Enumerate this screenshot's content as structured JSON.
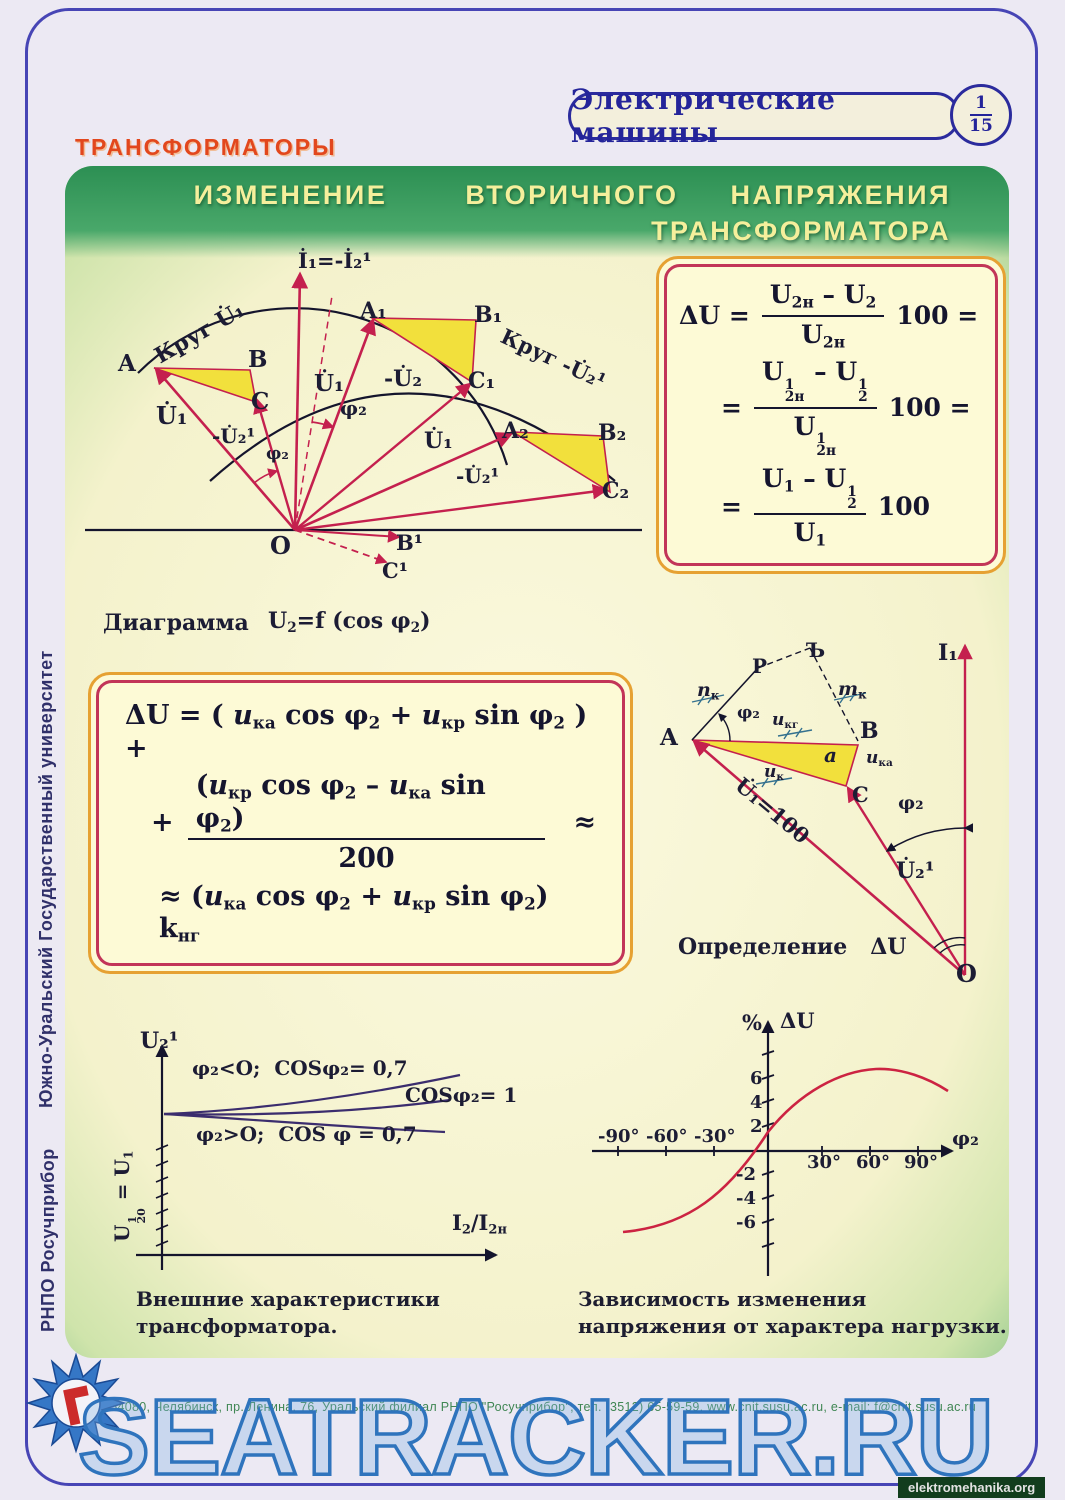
{
  "header": {
    "series": "Электрические машины",
    "page_num": "1",
    "page_total": "15",
    "section": "ТРАНСФОРМАТОРЫ"
  },
  "title": {
    "line1": "ИЗМЕНЕНИЕ   ВТОРИЧНОГО  НАПРЯЖЕНИЯ",
    "line2": "ТРАНСФОРМАТОРА"
  },
  "sidebar": {
    "university": "Южно-Уральский Государственный университет",
    "org": "РНПО Росучприбор"
  },
  "circle_diagram": {
    "i_axis": "İ₁=-İ₂¹",
    "arc1": "Круг U̇₁",
    "arc2": "Круг -U̇₂¹",
    "A": "A",
    "B": "B",
    "C": "C",
    "A1": "A₁",
    "B1": "B₁",
    "C1": "C₁",
    "A2": "A₂",
    "B2": "B₂",
    "C2": "C₂",
    "B1p": "B¹",
    "C1p": "C¹",
    "O": "O",
    "u1_left": "U̇₁",
    "u2_left": "-U̇₂¹",
    "u1_mid": "U̇₁",
    "u2_mid": "-U̇₂",
    "u1_right": "U̇₁",
    "u2_right": "-U̇₂¹",
    "phi_mid": "φ₂",
    "phi_left": "φ₂",
    "caption_label": "Диаграмма",
    "caption_formula": "U<sub>2</sub>=f (cos φ<sub>2</sub>)"
  },
  "formula_box1": {
    "r1_lhs": "ΔU =",
    "r1_num": "U<sub>2н</sub> – U<sub>2</sub>",
    "r1_den": "U<sub>2н</sub>",
    "r1_rhs": "100 =",
    "r2_lhs": "=",
    "r2_num": "U<span class=\"ss\"><sup>1</sup><sub>2н</sub></span> – U<span class=\"ss\"><sup>1</sup><sub>2</sub></span>",
    "r2_den": "U<span class=\"ss\"><sup>1</sup><sub>2н</sub></span>",
    "r2_rhs": "100 =",
    "r3_lhs": "=",
    "r3_num": "U<sub>1</sub> – U<span class=\"ss\"><sup>1</sup><sub>2</sub></span>",
    "r3_den": "U<sub>1</sub>",
    "r3_rhs": "100"
  },
  "formula_box2": {
    "line1": "ΔU = ( <i>u</i><sub>ка</sub> cos φ<sub>2</sub> + <i>u</i><sub>кр</sub> sin φ<sub>2</sub> ) +",
    "line2_pre": "+",
    "line2_num": "(<i>u</i><sub>кр</sub> cos φ<sub>2</sub> – <i>u</i><sub>ка</sub> sin φ<sub>2</sub>)",
    "line2_den": "200",
    "line2_post": "≈",
    "line3": "≈ (<i>u</i><sub>ка</sub> cos φ<sub>2</sub> + <i>u</i><sub>кр</sub> sin φ<sub>2</sub>) k<sub>нг</sub>"
  },
  "def_diagram": {
    "i1": "I₁",
    "b": "Ъ",
    "P": "P",
    "A": "A",
    "B": "B",
    "C": "C",
    "O": "O",
    "nk": "<i>n</i><sub>к</sub>",
    "mk": "<i>m</i><sub>к</sub>",
    "phi_top": "φ₂",
    "ukg": "<i>u</i><sub>кг</sub>",
    "uka": "<i>u</i><sub>ка</sub>",
    "uk": "<i>u</i><sub>к</sub>",
    "a": "a",
    "u1_100": "U̇₁=100",
    "u2_1": "U̇₂¹",
    "phi_bot": "φ₂",
    "caption": "Определение   ΔU"
  },
  "ext_char": {
    "y_axis": "U₂¹",
    "y_left": "U<span class=\"ss\"><sup>1</sup><sub>20</sub></span> = U<sub>1</sub>",
    "curve1": "φ₂<O;  COSφ₂= 0,7",
    "curve2": "COSφ₂= 1",
    "curve3": "φ₂>O;  COS φ = 0,7",
    "x_axis": "I<sub>2</sub>/I<sub>2н</sub>",
    "caption": "Внешние характеристики трансформатора."
  },
  "load_graph": {
    "pct": "%",
    "du": "ΔU",
    "yt": [
      "6",
      "4",
      "2",
      "-2",
      "-4",
      "-6"
    ],
    "xn": [
      "-90°",
      "-60°",
      "-30°"
    ],
    "xp": [
      "30°",
      "60°",
      "90°"
    ],
    "phi": "φ₂",
    "caption": "Зависимость изменения напряжения от характера нагрузки."
  },
  "footer": {
    "address": "454080, Челябинск, пр. Ленина, 76, Уральский филиал РНПО \"Росучприбор\", тел. (3512) 65-59-59, www.cnit.susu.ac.ru,  e-mail: f@cnit.susu.ac.ru",
    "watermark": "SEATRACKER.RU",
    "site": "elektromehanika.org"
  }
}
